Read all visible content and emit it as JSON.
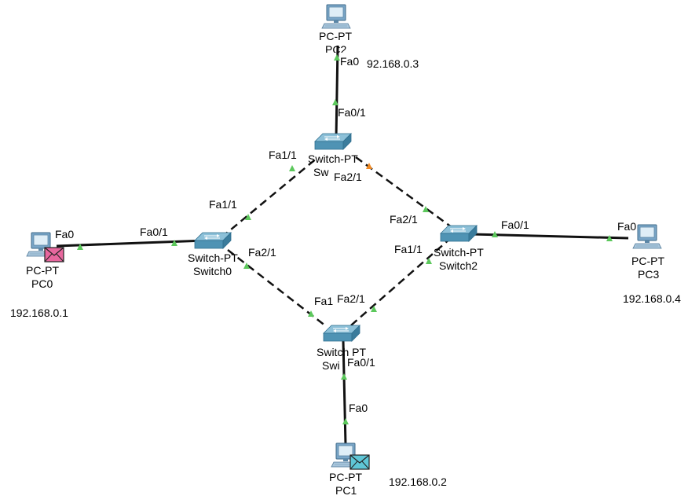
{
  "devices": {
    "pc0": {
      "type": "PC-PT",
      "name": "PC0",
      "ip": "192.168.0.1",
      "port": "Fa0",
      "has_pdu": true,
      "pdu_color": "#e8679e"
    },
    "pc1": {
      "type": "PC-PT",
      "name": "PC1",
      "ip": "192.168.0.2",
      "port": "Fa0",
      "has_pdu": true,
      "pdu_color": "#5fc6d6"
    },
    "pc2": {
      "type": "PC-PT",
      "name": "PC2",
      "ip": "92.168.0.3",
      "port": "Fa0",
      "has_pdu": false
    },
    "pc3": {
      "type": "PC-PT",
      "name": "PC3",
      "ip": "192.168.0.4",
      "port": "Fa0",
      "has_pdu": false
    },
    "sw0": {
      "type": "Switch-PT",
      "name": "Switch0",
      "ports": [
        "Fa0/1",
        "Fa1/1",
        "Fa2/1"
      ]
    },
    "sw1": {
      "type": "Switch-PT",
      "name": "Sw",
      "ports": [
        "Fa0/1",
        "Fa1/1",
        "Fa2/1"
      ]
    },
    "sw2": {
      "type": "Switch-PT",
      "name": "Switch2",
      "ports": [
        "Fa0/1",
        "Fa1/1",
        "Fa2/1"
      ]
    },
    "sw3": {
      "type": "Switch PT",
      "name": "Swi",
      "ports": [
        "Fa0/1",
        "Fa1",
        "Fa2/1"
      ]
    }
  },
  "links": [
    {
      "from": "pc0",
      "to": "sw0",
      "style": "straight",
      "status": "up"
    },
    {
      "from": "pc2",
      "to": "sw1",
      "style": "straight",
      "status": "up"
    },
    {
      "from": "pc3",
      "to": "sw2",
      "style": "straight",
      "status": "up"
    },
    {
      "from": "pc1",
      "to": "sw3",
      "style": "straight",
      "status": "up"
    },
    {
      "from": "sw0",
      "to": "sw1",
      "style": "crossover",
      "status": "up"
    },
    {
      "from": "sw1",
      "to": "sw2",
      "style": "crossover",
      "status": "blocking"
    },
    {
      "from": "sw0",
      "to": "sw3",
      "style": "crossover",
      "status": "up"
    },
    {
      "from": "sw2",
      "to": "sw3",
      "style": "crossover",
      "status": "up"
    }
  ],
  "colors": {
    "link_up": "#5cc85c",
    "link_blocking": "#f08a24",
    "switch_body": "#4f93b4",
    "switch_top": "#8cc0d8",
    "pc_body": "#7aa6c8"
  }
}
